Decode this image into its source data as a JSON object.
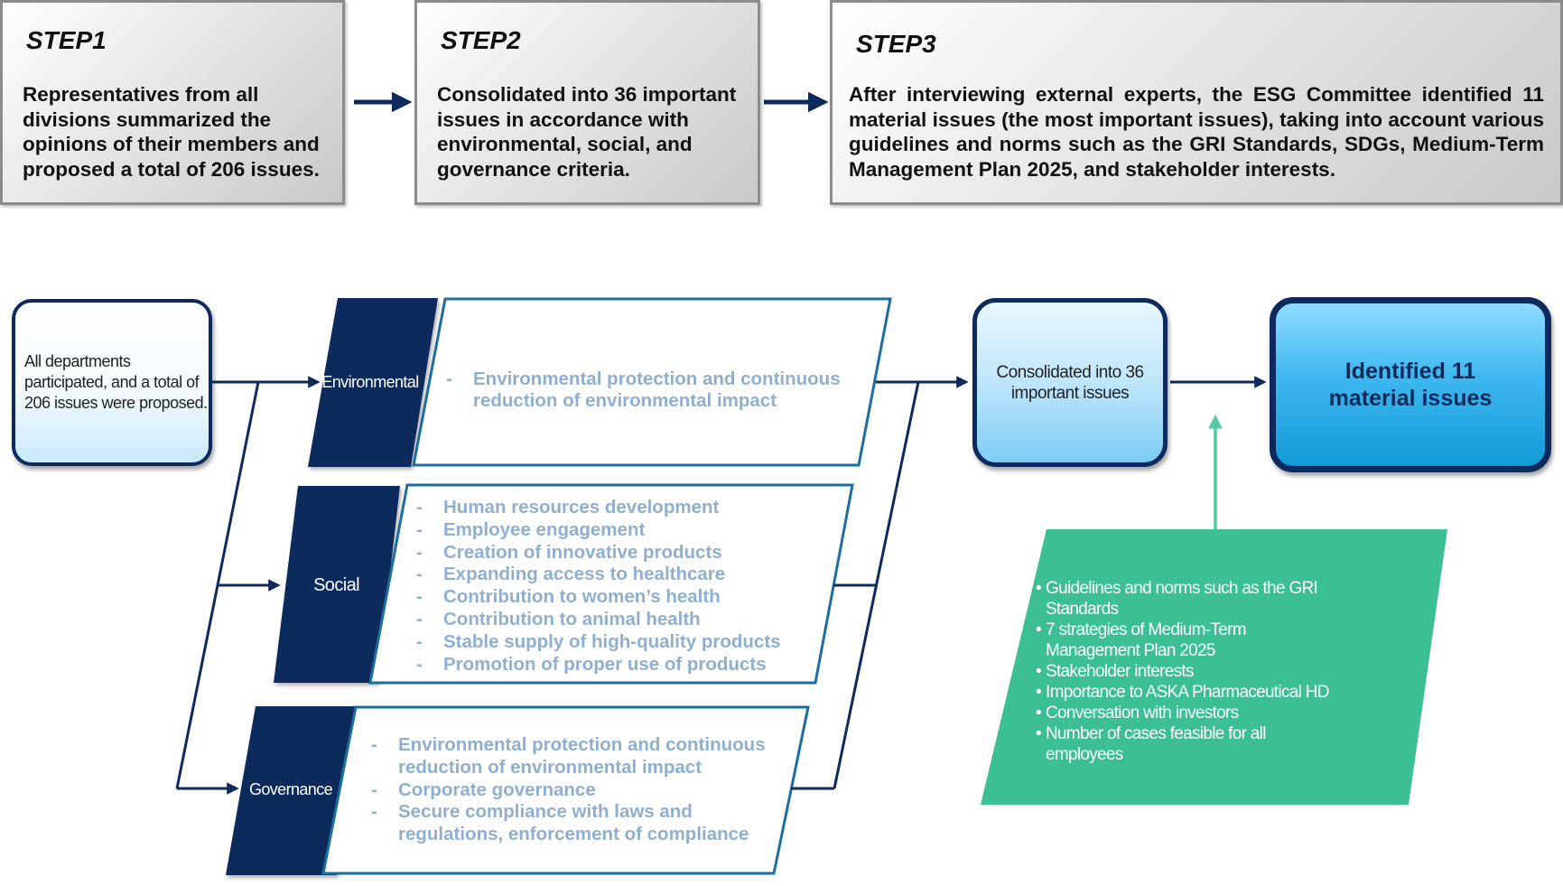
{
  "steps": [
    {
      "title": "STEP1",
      "text": "Representatives from all divisions summarized the opinions of their members and proposed a total of 206 issues."
    },
    {
      "title": "STEP2",
      "text": "Consolidated into 36 important issues in accordance with environmental, social, and governance criteria."
    },
    {
      "title": "STEP3",
      "text": "After interviewing external experts, the ESG Committee identified 11 material issues (the most important issues), taking into account various guidelines and norms such as the GRI Standards, SDGs, Medium-Term Management Plan 2025, and stakeholder interests."
    }
  ],
  "flow": {
    "source_box": "All departments participated, and a total of 206 issues were proposed.",
    "categories": [
      {
        "label": "Environmental",
        "items": [
          "Environmental protection and continuous reduction of environmental impact"
        ]
      },
      {
        "label": "Social",
        "items": [
          "Human resources development",
          "Employee engagement",
          "Creation of innovative products",
          "Expanding access to healthcare",
          "Contribution to women’s health",
          "Contribution to animal health",
          "Stable supply of high-quality products",
          "Promotion of proper use of products"
        ]
      },
      {
        "label": "Governance",
        "items": [
          "Environmental protection and continuous reduction of environmental impact",
          "Corporate governance",
          "Secure compliance with laws and regulations, enforcement of compliance"
        ]
      }
    ],
    "bullet_marker": "-",
    "consolidated_box": "Consolidated into 36 important issues",
    "final_box": "Identified 11 material issues",
    "considerations": [
      "Guidelines and norms such as the GRI Standards",
      "7 strategies of Medium-Term Management Plan 2025",
      "Stakeholder interests",
      "Importance to ASKA Pharmaceutical HD",
      "Conversation with investors",
      "Number of cases feasible for all employees"
    ]
  },
  "colors": {
    "navy": "#0d2a5c",
    "frame_blue": "#1b6e9d",
    "item_text": "#8fafd0",
    "green": "#3cbf94",
    "green_arrow": "#52c9a0",
    "step_border": "#8c8c8c"
  }
}
